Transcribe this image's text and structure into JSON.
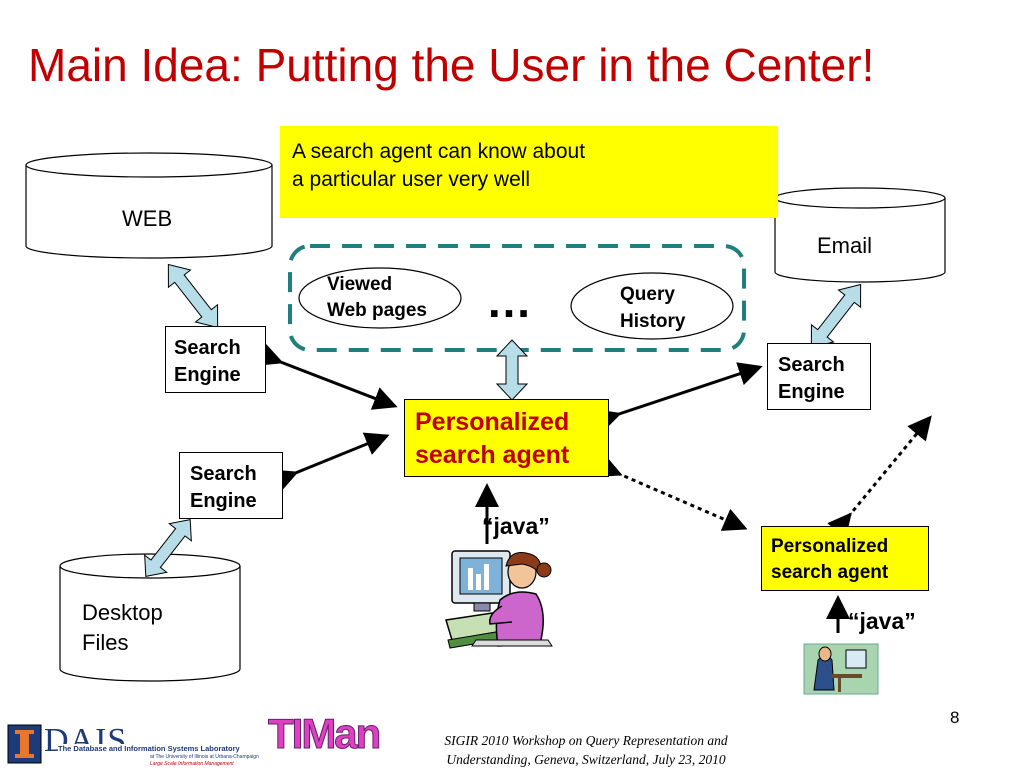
{
  "slide": {
    "title": "Main Idea: Putting the User in the Center!",
    "page_number": "8",
    "footer": {
      "line1": "SIGIR 2010 Workshop on Query Representation and",
      "line2": "Understanding, Geneva, Switzerland, July 23, 2010"
    }
  },
  "callout": {
    "line1": "A search agent can know about",
    "line2": "a particular user very well"
  },
  "databases": {
    "web": "WEB",
    "email": "Email",
    "desktop_line1": "Desktop",
    "desktop_line2": "Files"
  },
  "search_engines": {
    "line1": "Search",
    "line2": "Engine"
  },
  "profile": {
    "viewed_line1": "Viewed",
    "viewed_line2": "Web pages",
    "query_line1": "Query",
    "query_line2": "History",
    "ellipsis": "…"
  },
  "agent_main": {
    "line1": "Personalized",
    "line2": "search agent"
  },
  "agent_peer": {
    "line1": "Personalized",
    "line2": "search agent"
  },
  "queries": {
    "main": "“java”",
    "peer": "“java”"
  },
  "logos": {
    "dais_letters": "DAIS",
    "dais_lab": "The Database and Information Systems Laboratory",
    "dais_sub1": "at The University of Illinois at Urbana-Champaign",
    "dais_sub2": "Large Scale Information Management",
    "timan": "TIMan"
  },
  "colors": {
    "title": "#c00000",
    "callout_bg": "#ffff00",
    "dashed_border": "#1f7f7f",
    "arrow_fill": "#b7dde8"
  }
}
